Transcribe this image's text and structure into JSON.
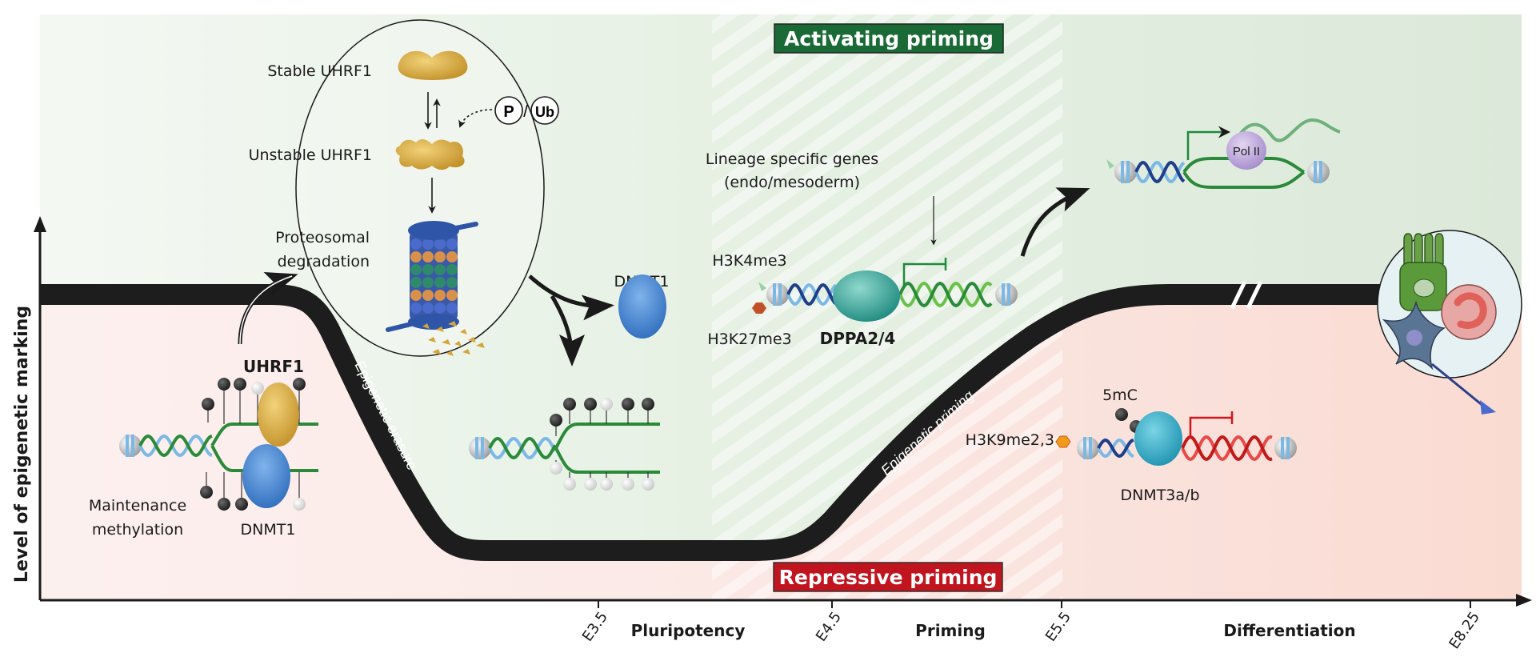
{
  "figure": {
    "y_axis_label": "Level of epigenetic marking",
    "banner_top": "Activating priming",
    "banner_bottom": "Repressive priming",
    "curve_labels": {
      "erasure": "Epigenetic erasure",
      "priming": "Epigenetic priming"
    },
    "x_ticks": [
      "E3.5",
      "E4.5",
      "E5.5",
      "E8.25"
    ],
    "stages": [
      "Pluripotency",
      "Priming",
      "Differentiation"
    ],
    "colors": {
      "activating_bg": "#e3efe1",
      "repressive_bg": "#fbe1da",
      "activating_banner": "#1a6a36",
      "repressive_banner": "#c0141f",
      "curve": "#1d1d1d",
      "uhrf1": "#d4a63a",
      "dnmt1": "#3c7fcf",
      "dppa": "#2aa79a",
      "dnmt3": "#28a9c4",
      "pol2": "#b9a1d8"
    }
  },
  "uhrf1_panel": {
    "stable": "Stable UHRF1",
    "unstable": "Unstable UHRF1",
    "degradation_line1": "Proteosomal",
    "degradation_line2": "degradation",
    "modifier_p": "P",
    "modifier_ub": "Ub",
    "modifier_sep": "/"
  },
  "maintenance": {
    "uhrf1_label": "UHRF1",
    "dnmt1_label": "DNMT1",
    "caption_line1": "Maintenance",
    "caption_line2": "methylation"
  },
  "released_dnmt1": "DNMT1",
  "priming_panel": {
    "h3k4": "H3K4me3",
    "h3k27": "H3K27me3",
    "factor": "DPPA2/4",
    "genes_line1": "Lineage specific genes",
    "genes_line2": "(endo/mesoderm)"
  },
  "active_gene": {
    "pol2": "Pol II"
  },
  "repressed_gene": {
    "mark": "5mC",
    "h3k9": "H3K9me2,3",
    "enzyme": "DNMT3a/b"
  }
}
